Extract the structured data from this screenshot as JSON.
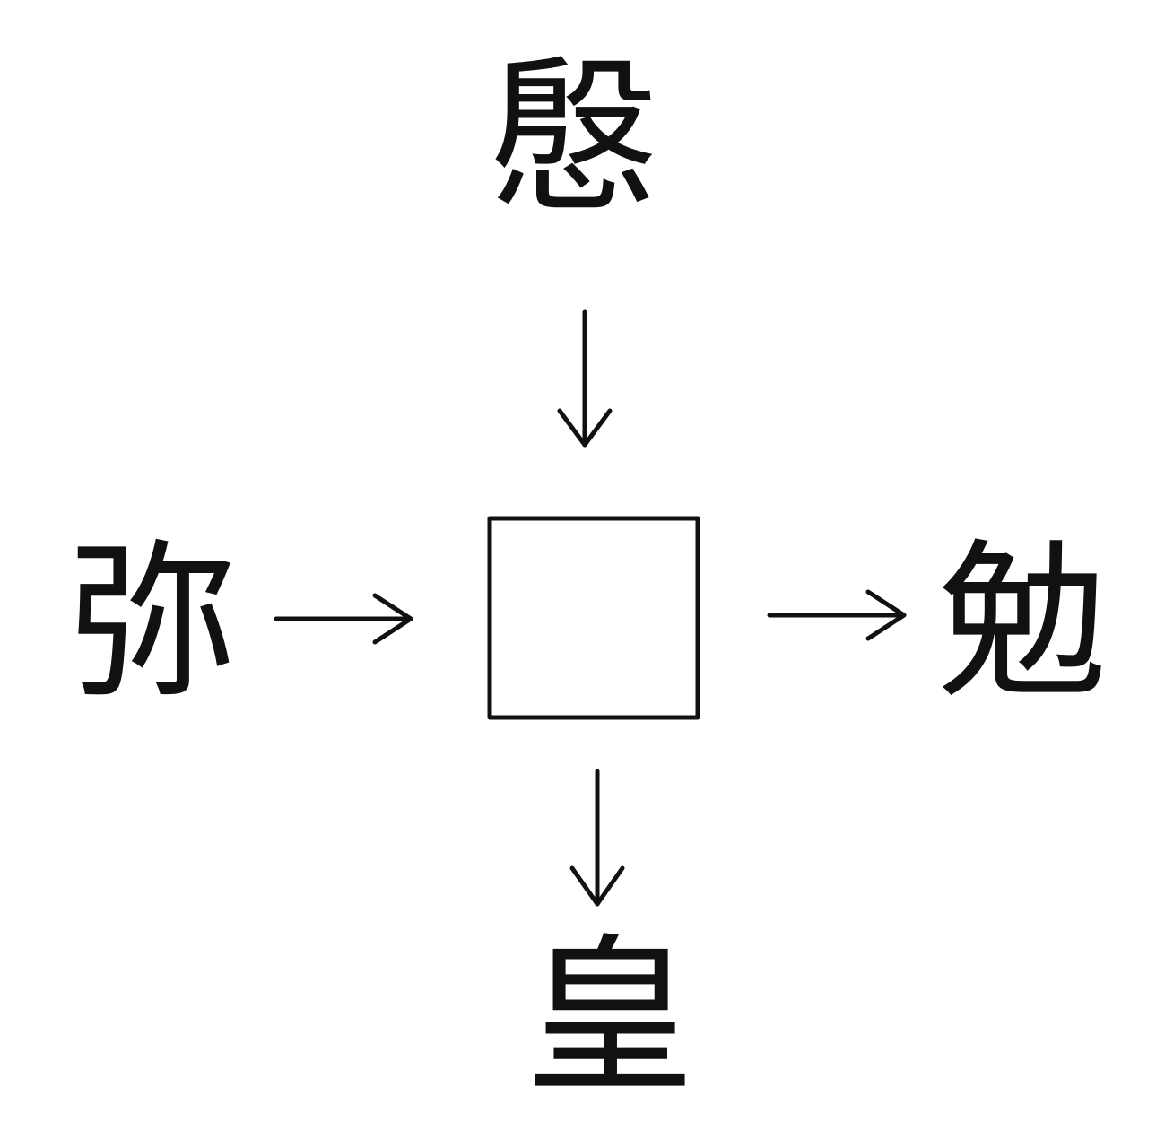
{
  "puzzle": {
    "top": "慇",
    "left": "弥",
    "right": "勉",
    "bottom": "皇",
    "center": ""
  }
}
